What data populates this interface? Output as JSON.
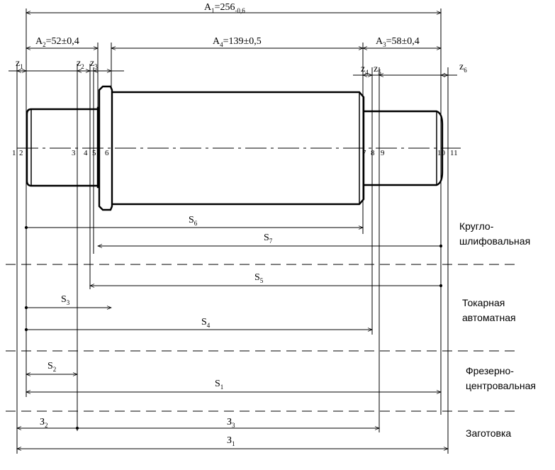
{
  "dimensions": {
    "A1": {
      "name": "A",
      "sub": "1",
      "value": "=256",
      "tol": "-0,6"
    },
    "A2": {
      "name": "A",
      "sub": "2",
      "value": "=52±0,4"
    },
    "A4": {
      "name": "A",
      "sub": "4",
      "value": "=139±0,5"
    },
    "A3": {
      "name": "A",
      "sub": "3",
      "value": "=58±0,4"
    }
  },
  "allowances": [
    {
      "id": "z1",
      "name": "z",
      "sub": "1"
    },
    {
      "id": "z2",
      "name": "z",
      "sub": "2"
    },
    {
      "id": "z3",
      "name": "z",
      "sub": "3"
    },
    {
      "id": "z4",
      "name": "z",
      "sub": "4"
    },
    {
      "id": "z5",
      "name": "z",
      "sub": "5"
    },
    {
      "id": "z6",
      "name": "z",
      "sub": "6"
    }
  ],
  "surfaces": [
    "1",
    "2",
    "3",
    "4",
    "5",
    "6",
    "7",
    "8",
    "9",
    "10",
    "11"
  ],
  "operation_sizes": [
    {
      "id": "S6",
      "name": "S",
      "sub": "6"
    },
    {
      "id": "S7",
      "name": "S",
      "sub": "7"
    },
    {
      "id": "S5",
      "name": "S",
      "sub": "5"
    },
    {
      "id": "S3",
      "name": "S",
      "sub": "3"
    },
    {
      "id": "S4",
      "name": "S",
      "sub": "4"
    },
    {
      "id": "S2",
      "name": "S",
      "sub": "2"
    },
    {
      "id": "S1",
      "name": "S",
      "sub": "1"
    }
  ],
  "blank_sizes": [
    {
      "id": "Z2",
      "name": "З",
      "sub": "2"
    },
    {
      "id": "Z3",
      "name": "З",
      "sub": "3"
    },
    {
      "id": "Z1",
      "name": "З",
      "sub": "1"
    }
  ],
  "operations": {
    "grinding_line1": "Кругло-",
    "grinding_line2": "шлифовальная",
    "turning_line1": "Токарная",
    "turning_line2": "автоматная",
    "milling_line1": "Фрезерно-",
    "milling_line2": "центровальная",
    "blank": "Заготовка"
  }
}
